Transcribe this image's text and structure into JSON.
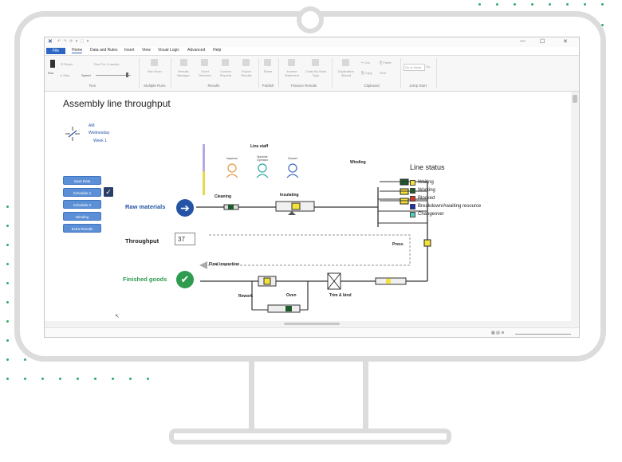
{
  "window": {
    "app_icon": "app-logo",
    "quick_access": "↶ ↷ ⟳ ▾ ⬚ ▾",
    "controls": [
      "—",
      "☐",
      "✕"
    ]
  },
  "menu": {
    "file": "File",
    "items": [
      "Home",
      "Data and Rules",
      "Insert",
      "View",
      "Visual Logic",
      "Advanced",
      "Help"
    ]
  },
  "ribbon": {
    "run_group": "Run",
    "multiple_runs_group": "Multiple Runs",
    "results_group": "Results",
    "publish_group": "Publish",
    "finance_group": "Finance Results",
    "clipboard_group": "Clipboard",
    "jump_group": "Jump Start",
    "run_label": "Run",
    "reset_label": "⟲ Reset",
    "step_label": "▸ Step",
    "speed_label": "Speed",
    "run_for_label": "Run For: 8 weeks",
    "run_scen_label": "Run Scen",
    "results_manager_label": "Results Manager",
    "chart_selected_label": "Chart Selected",
    "custom_reports_label": "Custom Reports",
    "export_results_label": "Export Results",
    "share_label": "Share",
    "income_statement_label": "Income Statement",
    "cost_by_work_type_label": "Costs By Work Type",
    "duplication_wizard_label": "Duplication Wizard",
    "cut_label": "✂ Cut",
    "copy_label": "⎘ Copy",
    "paste_label": "⎗ Paste",
    "find_label": "Find",
    "go_to_node_label": "Go to Node",
    "go_label": "Go"
  },
  "canvas": {
    "title": "Assembly line throughput",
    "clock": {
      "time": "AM",
      "day": "Wednesday",
      "week": "Week 1"
    },
    "sidebar_buttons": [
      "Input Data",
      "Schedule 1",
      "Schedule 2",
      "Winding",
      "Extra Results"
    ],
    "checkbox_checked": true,
    "raw_materials": "Raw materials",
    "throughput_label": "Throughput",
    "throughput_value": "37",
    "finished_goods": "Finished goods",
    "line_staff": "Line staff",
    "staff": [
      "Inspector",
      "Machine Operator",
      "Cleaner"
    ],
    "stations": {
      "cleaning": "Cleaning",
      "insulating": "Insulating",
      "winding": "Winding",
      "press": "Press",
      "trim_bind": "Trim & bind",
      "oven": "Oven",
      "final_inspection": "Final inspection",
      "rework": "Rework"
    },
    "legend_title": "Line status",
    "legend": [
      {
        "label": "Waiting",
        "color": "#f4e23a"
      },
      {
        "label": "Working",
        "color": "#1f5b2a"
      },
      {
        "label": "Blocked",
        "color": "#d8342b"
      },
      {
        "label": "Breakdown/Awaiting resource",
        "color": "#1d2fb5"
      },
      {
        "label": "Changeover",
        "color": "#4fcfc2"
      }
    ]
  },
  "colors": {
    "accent_blue": "#2554a6",
    "accent_green": "#2e9b4f",
    "dots_green": "#2fae6a"
  }
}
